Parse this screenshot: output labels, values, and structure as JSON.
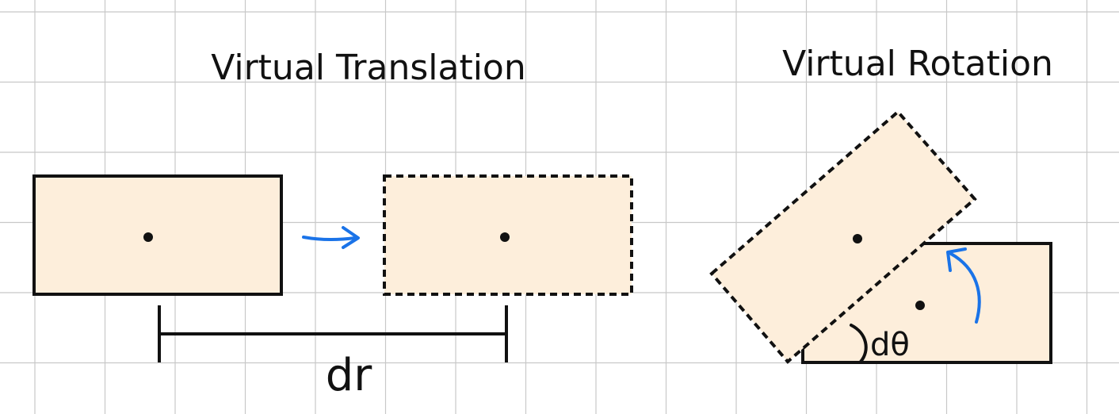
{
  "translation": {
    "title": "Virtual Translation",
    "displacement_label": "dr"
  },
  "rotation": {
    "title": "Virtual Rotation",
    "angle_label": "dθ"
  },
  "colors": {
    "block_fill": "#fdeedb",
    "outline": "#111111",
    "arrow": "#1a73e8",
    "grid": "#c8c8c8",
    "background": "#ffffff"
  }
}
